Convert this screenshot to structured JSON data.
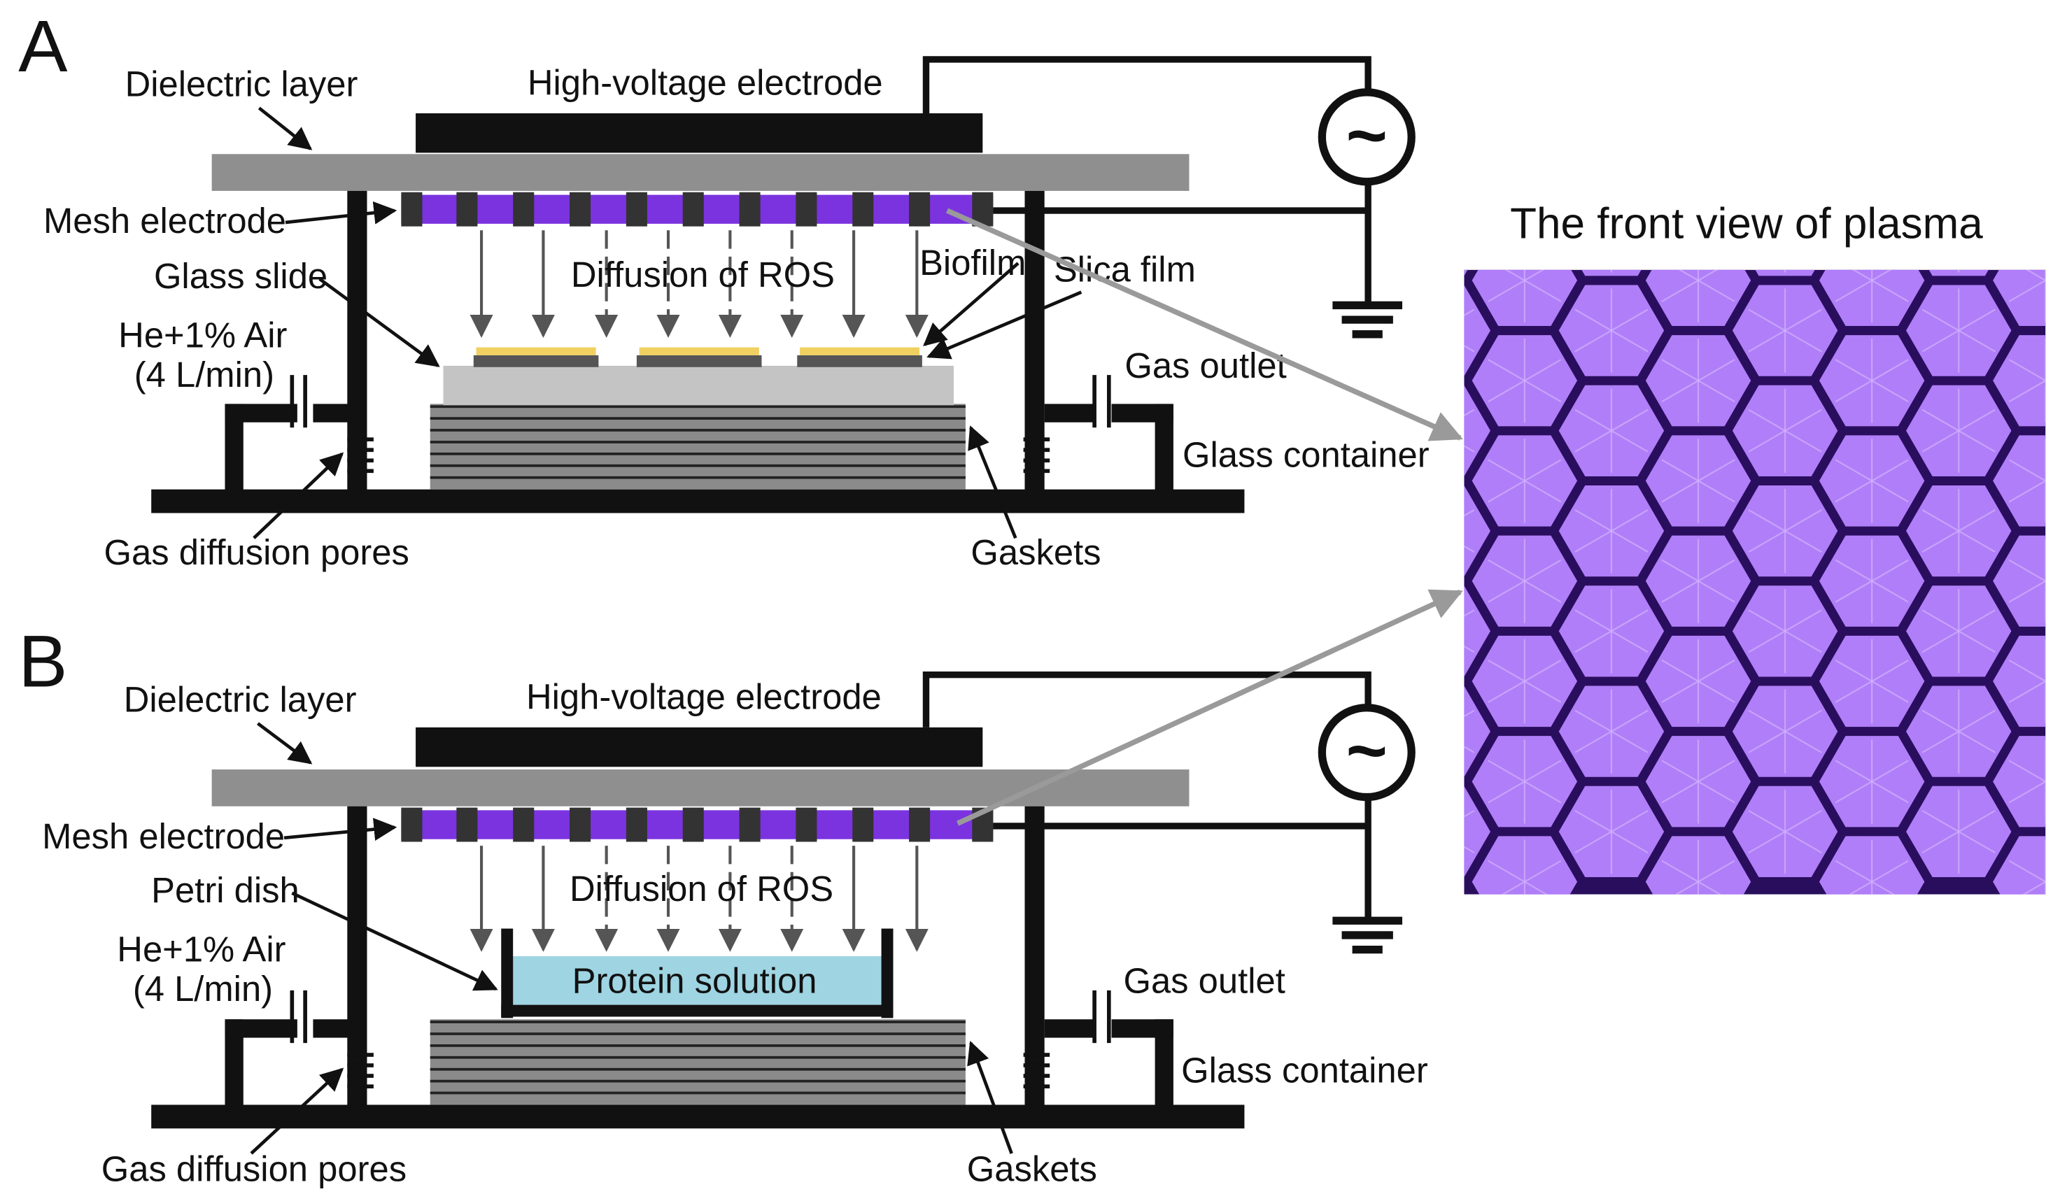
{
  "panels": [
    {
      "letter": "A",
      "labels": {
        "dielectric": "Dielectric layer",
        "hv_electrode": "High-voltage electrode",
        "mesh_electrode": "Mesh electrode",
        "sample_holder": "Glass slide",
        "gas_in_line1": "He+1% Air",
        "gas_in_line2": "(4 L/min)",
        "diffusion": "Diffusion of ROS",
        "biofilm": "Biofilm",
        "silica_film": "Slica film",
        "gas_outlet": "Gas outlet",
        "glass_container": "Glass container",
        "pores": "Gas diffusion pores",
        "gaskets": "Gaskets"
      }
    },
    {
      "letter": "B",
      "labels": {
        "dielectric": "Dielectric layer",
        "hv_electrode": "High-voltage electrode",
        "mesh_electrode": "Mesh electrode",
        "sample_holder": "Petri dish",
        "gas_in_line1": "He+1% Air",
        "gas_in_line2": "(4 L/min)",
        "diffusion": "Diffusion of ROS",
        "protein": "Protein solution",
        "gas_outlet": "Gas outlet",
        "glass_container": "Glass container",
        "pores": "Gas diffusion pores",
        "gaskets": "Gaskets"
      }
    }
  ],
  "plasma_view": {
    "title": "The front view of plasma"
  },
  "colors": {
    "frame": "#111111",
    "dielectric": "#8f8f8f",
    "mesh_plasma": "#7b33e0",
    "glass_slide": "#c4c4c4",
    "biofilm": "#f0d060",
    "gasket_fill": "#8a8a8a",
    "protein_solution": "#9fd4e2",
    "plasma_cell": "#b07ef8",
    "plasma_border": "#2a0e5e",
    "arrow_gray": "#9a9a9a"
  }
}
